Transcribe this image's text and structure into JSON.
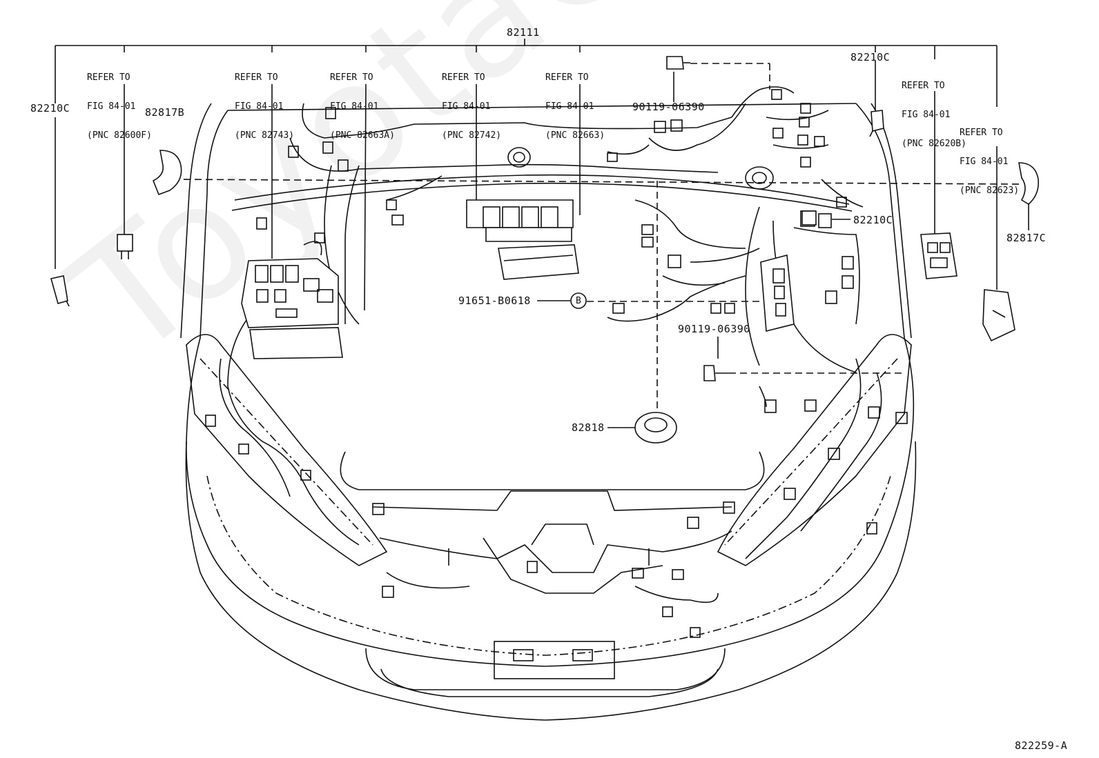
{
  "diagram": {
    "main_part": "82111",
    "figure_id": "822259-A",
    "watermark": "ToyotaCarNet.ru",
    "refer_notes": [
      {
        "line1": "REFER TO",
        "line2": "FIG 84-01",
        "line3": "(PNC 82600F)"
      },
      {
        "line1": "REFER TO",
        "line2": "FIG 84-01",
        "line3": "(PNC 82743)"
      },
      {
        "line1": "REFER TO",
        "line2": "FIG 84-01",
        "line3": "(PNC 82663A)"
      },
      {
        "line1": "REFER TO",
        "line2": "FIG 84-01",
        "line3": "(PNC 82742)"
      },
      {
        "line1": "REFER TO",
        "line2": "FIG 84-01",
        "line3": "(PNC 82663)"
      },
      {
        "line1": "REFER TO",
        "line2": "FIG 84-01",
        "line3": "(PNC 82620B)"
      },
      {
        "line1": "REFER TO",
        "line2": "FIG 84-01",
        "line3": "(PNC 82623)"
      }
    ],
    "part_labels": {
      "clamp_left_top": "82210C",
      "clamp_right_top": "82210C",
      "clamp_right_mid": "82210C",
      "grommet_left": "82817B",
      "grommet_right": "82817C",
      "bolt_top": "90119-06390",
      "bolt_mid": "90119-06390",
      "clip_b": "91651-B0618",
      "clip_b_marker": "B",
      "grommet_center": "82818"
    }
  }
}
